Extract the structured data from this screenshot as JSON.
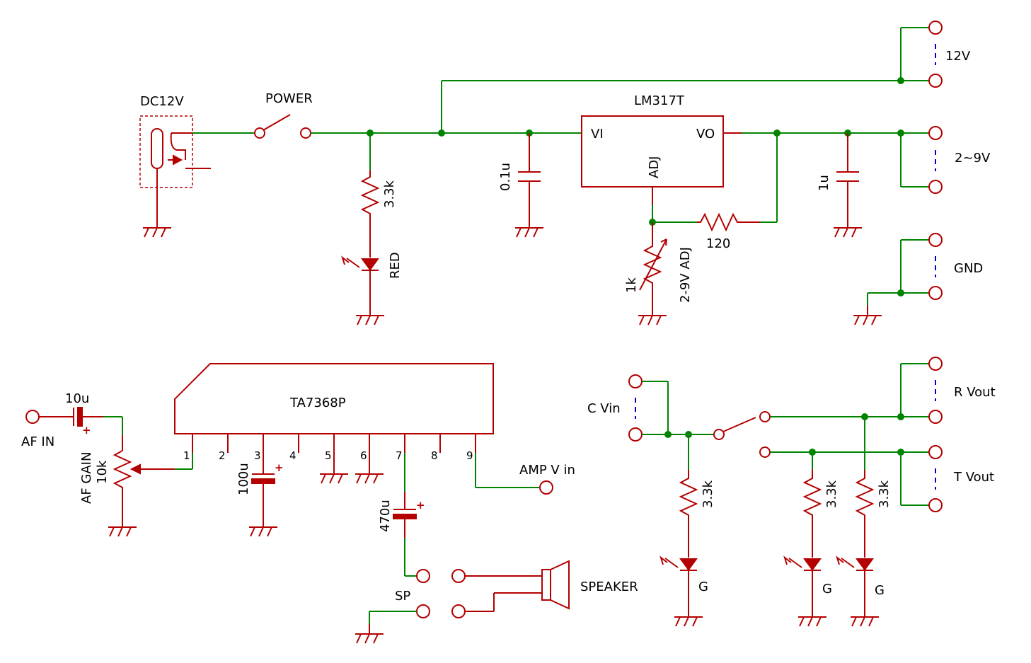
{
  "supply": {
    "jack_label": "DC12V",
    "switch_label": "POWER",
    "regulator_label": "LM317T",
    "regulator_pin_vi": "VI",
    "regulator_pin_vo": "VO",
    "regulator_pin_adj": "ADJ",
    "cap_in": "0.1u",
    "cap_out": "1u",
    "led_resistor": "3.3k",
    "led_color": "RED",
    "feedback_resistor": "120",
    "pot_value": "1k",
    "pot_label": "2-9V ADJ",
    "out_12v": "12V",
    "out_adj": "2~9V",
    "out_gnd": "GND"
  },
  "amp": {
    "in_label": "AF IN",
    "in_cap": "10u",
    "gain_label": "AF GAIN",
    "gain_value": "10k",
    "ic_label": "TA7368P",
    "pins": [
      "1",
      "2",
      "3",
      "4",
      "5",
      "6",
      "7",
      "8",
      "9"
    ],
    "cap3": "100u",
    "cap7": "470u",
    "vin_label": "AMP V in",
    "sp_label": "SP",
    "speaker_label": "SPEAKER"
  },
  "selector": {
    "in_label": "C Vin",
    "r_out": "R Vout",
    "t_out": "T Vout",
    "res1": "3.3k",
    "res2": "3.3k",
    "res3": "3.3k",
    "led1": "G",
    "led2": "G",
    "led3": "G"
  },
  "colors": {
    "wire": "#008400",
    "component": "#b40000",
    "jumper": "#0000c8"
  }
}
